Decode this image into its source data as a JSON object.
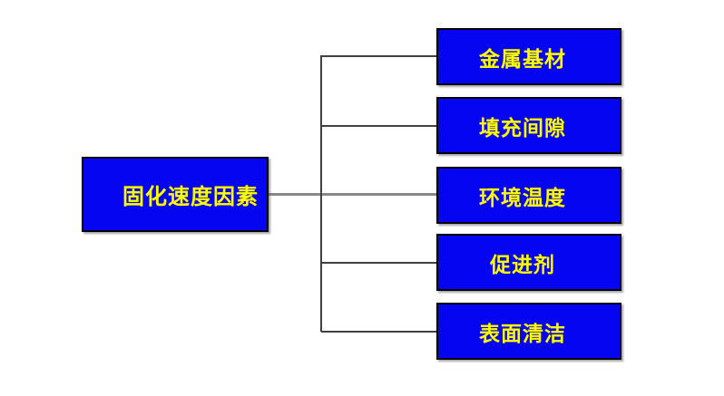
{
  "diagram": {
    "root": {
      "label": "固化速度因素"
    },
    "children": [
      {
        "label": "金属基材"
      },
      {
        "label": "填充间隙"
      },
      {
        "label": "环境温度"
      },
      {
        "label": "促进剂"
      },
      {
        "label": "表面清洁"
      }
    ],
    "colors": {
      "box_fill": "#0505f2",
      "box_border": "#000000",
      "text": "#ffff00",
      "connector_branch": "#404040",
      "connector_main": "#888888",
      "background": "#ffffff"
    }
  }
}
